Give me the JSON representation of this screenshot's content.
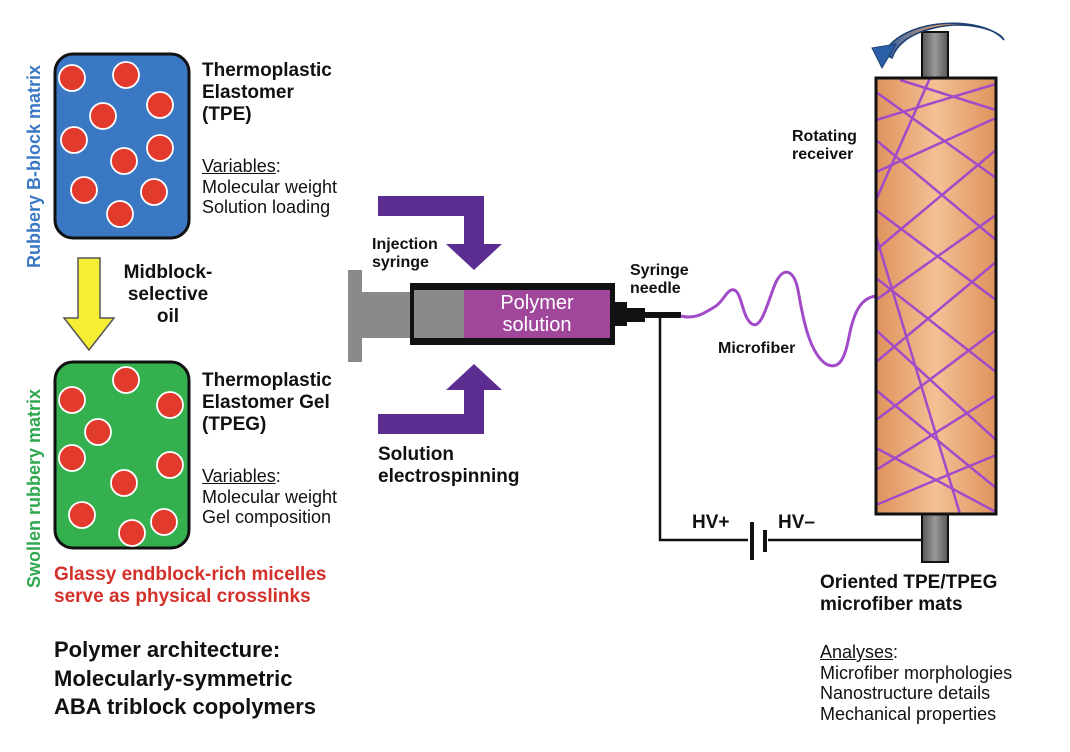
{
  "side_labels": {
    "rubbery": "Rubbery B-block matrix",
    "swollen": "Swollen rubbery matrix"
  },
  "tpe": {
    "title": [
      "Thermoplastic",
      "Elastomer",
      "(TPE)"
    ],
    "variables_label": "Variables",
    "variables_colon": ":",
    "variables": [
      "Molecular weight",
      "Solution loading"
    ]
  },
  "tpeg": {
    "title": [
      "Thermoplastic",
      "Elastomer Gel",
      "(TPEG)"
    ],
    "variables_label": "Variables",
    "variables_colon": ":",
    "variables": [
      "Molecular weight",
      "Gel composition"
    ]
  },
  "oil": [
    "Midblock-",
    "selective",
    "oil"
  ],
  "micelles": [
    "Glassy endblock-rich micelles",
    "serve as physical crosslinks"
  ],
  "architecture": [
    "Polymer architecture:",
    "Molecularly-symmetric",
    "ABA triblock copolymers"
  ],
  "injection_syringe": [
    "Injection",
    "syringe"
  ],
  "polymer_solution": [
    "Polymer",
    "solution"
  ],
  "syringe_needle": [
    "Syringe",
    "needle"
  ],
  "solution_electrospinning": [
    "Solution",
    "electrospinning"
  ],
  "microfiber": "Microfiber",
  "rotating_receiver": [
    "Rotating",
    "receiver"
  ],
  "hv_plus": "HV+",
  "hv_minus": "HV–",
  "mats": [
    "Oriented TPE/TPEG",
    "microfiber mats"
  ],
  "analyses": {
    "label": "Analyses",
    "colon": ":",
    "items": [
      "Microfiber morphologies",
      "Nanostructure details",
      "Mechanical properties"
    ]
  },
  "colors": {
    "tpe_box": "#3b78c4",
    "tpeg_box": "#35b04f",
    "micelle": "#e23b2e",
    "yellow_arrow": "#f5ee35",
    "purple_arrow": "#5b2d91",
    "solution": "#a0479c",
    "fiber": "#a24bc9",
    "drum": "#e8a472"
  }
}
